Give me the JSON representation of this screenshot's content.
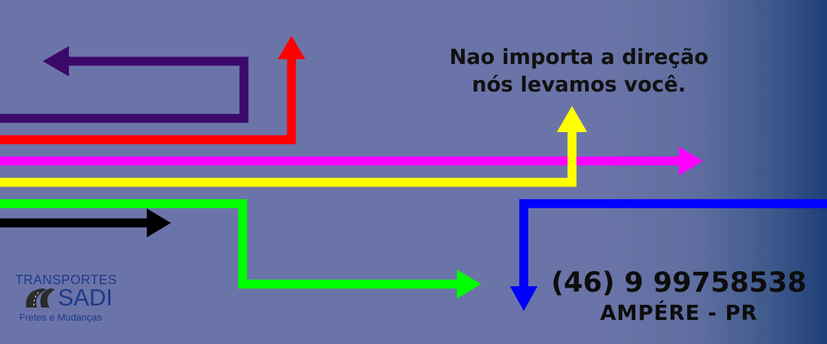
{
  "tagline": {
    "line1": "Nao importa a direção",
    "line2": "nós levamos você."
  },
  "contact": {
    "phone": "(46) 9 99758538",
    "city": "AMPÉRE - PR"
  },
  "logo": {
    "top_text": "TRANSPORTES",
    "name": "SADI",
    "subtitle": "Fretes e Mudanças"
  },
  "colors": {
    "background": "#6b74a8",
    "background_edge": "#1f3f78",
    "purple_arrow": "#3c0a6b",
    "red_arrow": "#ff0000",
    "magenta_arrow": "#ff00ff",
    "yellow_arrow": "#ffff00",
    "green_arrow": "#00ff00",
    "black_arrow": "#000000",
    "blue_arrow": "#0000ff"
  },
  "icons": [
    "road-icon"
  ]
}
